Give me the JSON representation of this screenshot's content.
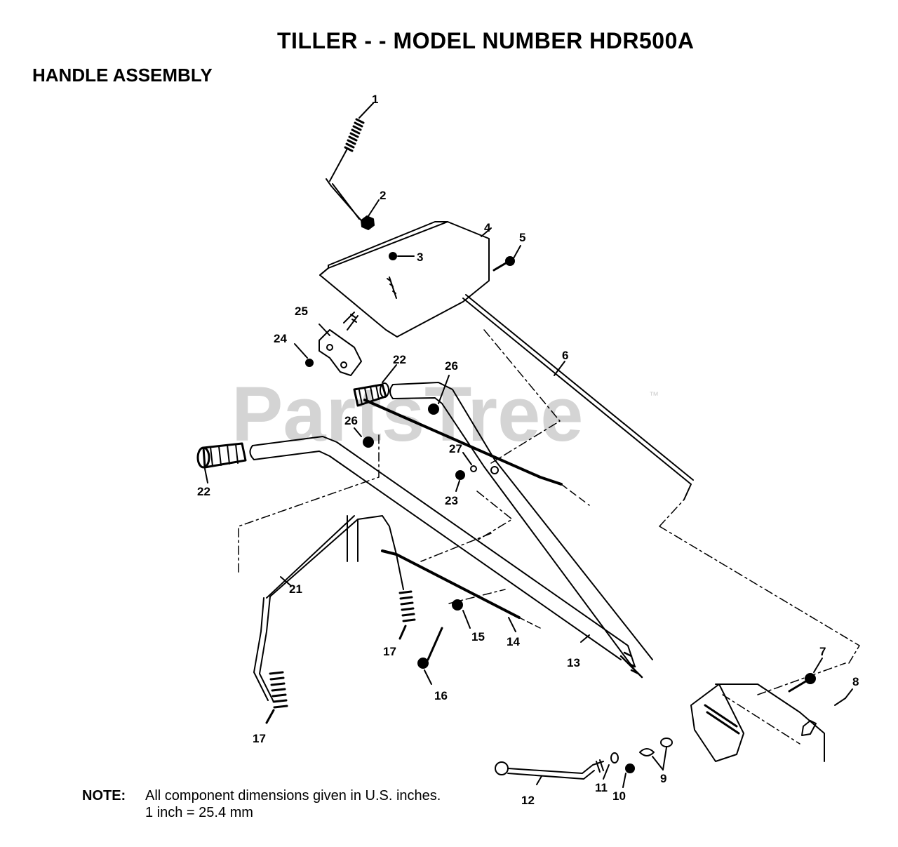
{
  "header": {
    "title": "TILLER - - MODEL NUMBER HDR500A",
    "section": "HANDLE ASSEMBLY"
  },
  "watermark": {
    "text": "PartsTree",
    "trademark": "™",
    "color": "#d4d4d4"
  },
  "callouts": [
    {
      "id": "c1",
      "label": "1"
    },
    {
      "id": "c2",
      "label": "2"
    },
    {
      "id": "c3",
      "label": "3"
    },
    {
      "id": "c4",
      "label": "4"
    },
    {
      "id": "c5",
      "label": "5"
    },
    {
      "id": "c6",
      "label": "6"
    },
    {
      "id": "c7",
      "label": "7"
    },
    {
      "id": "c8",
      "label": "8"
    },
    {
      "id": "c9",
      "label": "9"
    },
    {
      "id": "c10",
      "label": "10"
    },
    {
      "id": "c11",
      "label": "11"
    },
    {
      "id": "c12",
      "label": "12"
    },
    {
      "id": "c13",
      "label": "13"
    },
    {
      "id": "c14",
      "label": "14"
    },
    {
      "id": "c15",
      "label": "15"
    },
    {
      "id": "c16",
      "label": "16"
    },
    {
      "id": "c17a",
      "label": "17"
    },
    {
      "id": "c17b",
      "label": "17"
    },
    {
      "id": "c21",
      "label": "21"
    },
    {
      "id": "c22a",
      "label": "22"
    },
    {
      "id": "c22b",
      "label": "22"
    },
    {
      "id": "c23",
      "label": "23"
    },
    {
      "id": "c24",
      "label": "24"
    },
    {
      "id": "c25",
      "label": "25"
    },
    {
      "id": "c26a",
      "label": "26"
    },
    {
      "id": "c26b",
      "label": "26"
    },
    {
      "id": "c27",
      "label": "27"
    }
  ],
  "note": {
    "label": "NOTE:",
    "line1": "All component dimensions given in U.S. inches.",
    "line2": "1 inch = 25.4 mm"
  }
}
